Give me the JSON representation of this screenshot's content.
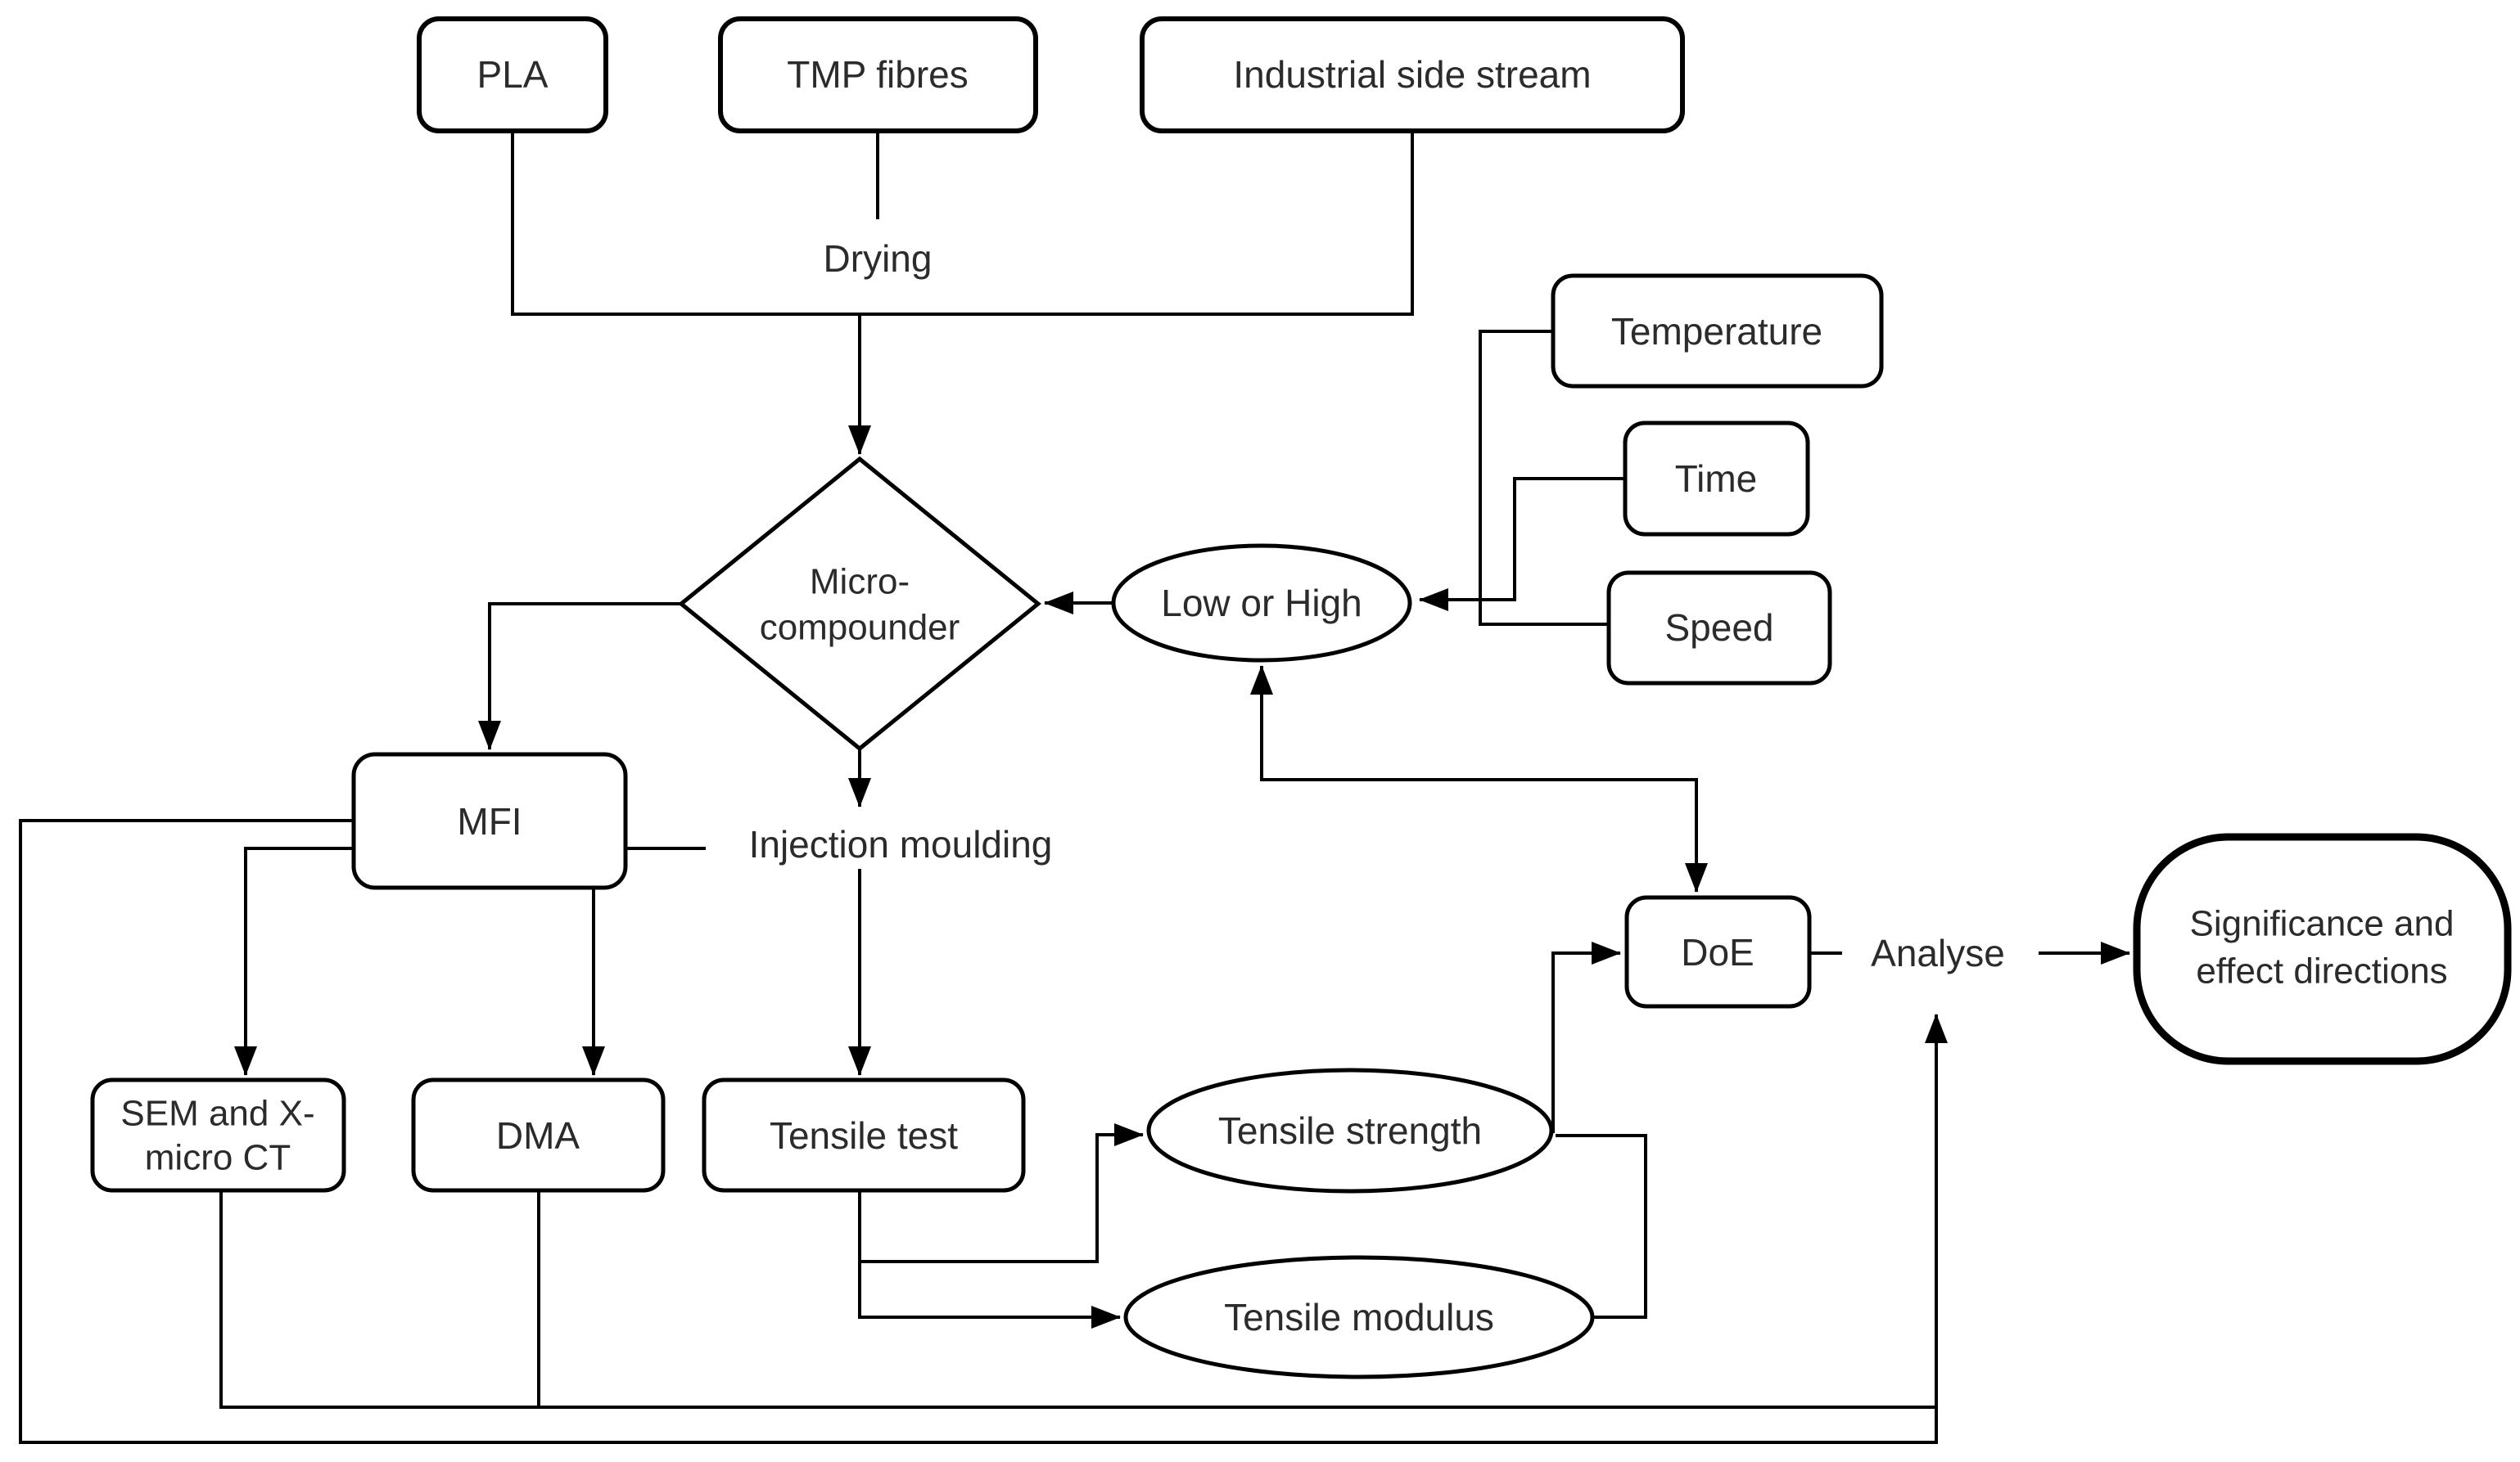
{
  "diagram": {
    "title": "Process flowchart",
    "background_color": "#ffffff",
    "line_color": "#000000",
    "text_color": "#2b2b2b",
    "nodes": {
      "pla": {
        "label": "PLA",
        "shape": "rounded-rect"
      },
      "tmp_fibres": {
        "label": "TMP fibres",
        "shape": "rounded-rect"
      },
      "industrial_side_stream": {
        "label": "Industrial side stream",
        "shape": "rounded-rect"
      },
      "drying": {
        "label": "Drying",
        "shape": "text-label"
      },
      "micro_compounder": {
        "line1": "Micro-",
        "line2": "compounder",
        "shape": "diamond"
      },
      "low_or_high": {
        "label": "Low or High",
        "shape": "ellipse"
      },
      "temperature": {
        "label": "Temperature",
        "shape": "rounded-rect"
      },
      "time": {
        "label": "Time",
        "shape": "rounded-rect"
      },
      "speed": {
        "label": "Speed",
        "shape": "rounded-rect"
      },
      "mfi": {
        "label": "MFI",
        "shape": "rounded-rect"
      },
      "injection_moulding": {
        "label": "Injection moulding",
        "shape": "text-label"
      },
      "sem_xmicro_ct": {
        "line1": "SEM and X-",
        "line2": "micro CT",
        "shape": "rounded-rect"
      },
      "dma": {
        "label": "DMA",
        "shape": "rounded-rect"
      },
      "tensile_test": {
        "label": "Tensile test",
        "shape": "rounded-rect"
      },
      "tensile_strength": {
        "label": "Tensile strength",
        "shape": "ellipse"
      },
      "tensile_modulus": {
        "label": "Tensile modulus",
        "shape": "ellipse"
      },
      "doe": {
        "label": "DoE",
        "shape": "rounded-rect"
      },
      "analyse": {
        "label": "Analyse",
        "shape": "text-label"
      },
      "significance": {
        "line1": "Significance and",
        "line2": "effect directions",
        "shape": "rounded-rect-thick"
      }
    }
  }
}
